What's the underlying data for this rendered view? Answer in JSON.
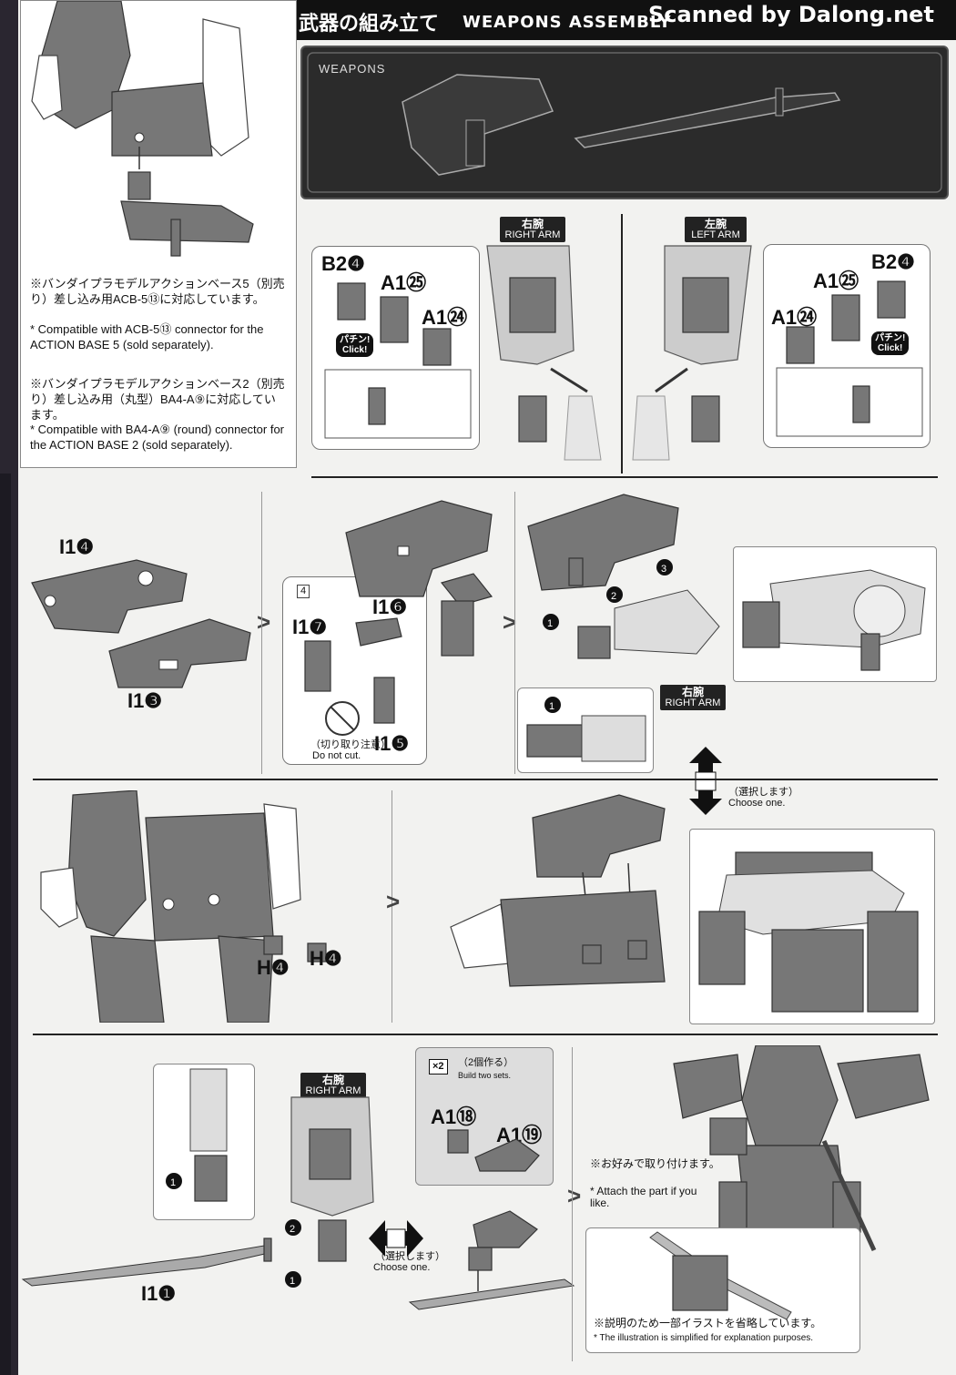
{
  "header": {
    "title_jp": "武器の組み立て",
    "title_en": "WEAPONS ASSEMBLY",
    "watermark": "Scanned by Dalong.net"
  },
  "weapons_banner": {
    "label": "WEAPONS"
  },
  "left_note": {
    "jp1": "※バンダイプラモデルアクションベース5（別売り）差し込み用ACB-5⑬に対応しています。",
    "en1": "* Compatible with ACB-5⑬ connector for the ACTION BASE 5 (sold separately).",
    "jp2": "※バンダイプラモデルアクションベース2（別売り）差し込み用（丸型）BA4-A⑨に対応しています。",
    "en2": "* Compatible with BA4-A⑨ (round) connector for the ACTION BASE 2 (sold separately)."
  },
  "arm_tags": {
    "right_jp": "右腕",
    "right_en": "RIGHT ARM",
    "left_jp": "左腕",
    "left_en": "LEFT ARM"
  },
  "parts": {
    "b2_4": "B2❹",
    "a1_25": "A1㉕",
    "a1_24": "A1㉔",
    "i1_4": "I1❹",
    "i1_3": "I1❸",
    "i1_6": "I1❻",
    "i1_7": "I1❼",
    "i1_5": "I1❺",
    "h4": "H❹",
    "a1_18": "A1⑱",
    "a1_19": "A1⑲",
    "i1_1": "I1❶"
  },
  "click": {
    "jp": "パチン!",
    "en": "Click!"
  },
  "do_not_cut": {
    "jp": "（切り取り注意）",
    "en": "Do not cut.",
    "badge": "4"
  },
  "choose_one": {
    "jp": "（選択します）",
    "en": "Choose one."
  },
  "build_two": {
    "badge": "×2",
    "jp": "（2個作る）",
    "en": "Build two sets."
  },
  "attach_note": {
    "jp": "※お好みで取り付けます。",
    "en": "* Attach the part if you like."
  },
  "simplified_note": {
    "jp": "※説明のため一部イラストを省略しています。",
    "en": "* The illustration is simplified for explanation purposes."
  },
  "step_numbers": {
    "one": "1",
    "two": "2",
    "three": "3"
  }
}
